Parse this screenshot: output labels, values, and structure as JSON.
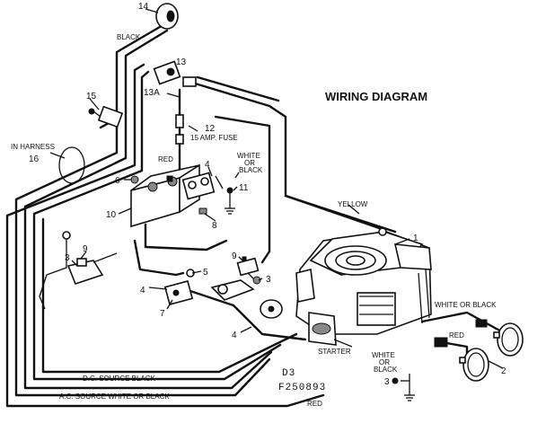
{
  "diagram": {
    "title": "WIRING DIAGRAM",
    "code_top": "D3",
    "code_bottom": "F250893",
    "wire_labels": {
      "black_top": "BLACK",
      "in_harness": "IN HARNESS",
      "in_harness_num": "16",
      "red_battery": "RED",
      "white_or_black_top_1": "WHITE",
      "white_or_black_top_2": "OR",
      "white_or_black_top_3": "BLACK",
      "fuse": "15 AMP. FUSE",
      "yellow": "YELLOW",
      "starter": "STARTER",
      "dc_source": "D.C. SOURCE    BLACK",
      "ac_source": "A.C. SOURCE    WHITE OR BLACK",
      "red_bottom": "RED",
      "white_or_black_right": "WHITE OR BLACK",
      "red_lights": "RED",
      "white_or_black_low_1": "WHITE",
      "white_or_black_low_2": "OR",
      "white_or_black_low_3": "BLACK"
    },
    "part_numbers": {
      "n14": "14",
      "n13": "13",
      "n13a": "13A",
      "n15": "15",
      "n12": "12",
      "n6": "6",
      "n4a": "4",
      "n11": "11",
      "n10": "10",
      "n8": "8",
      "n1": "1",
      "n9a": "9",
      "n3a": "3",
      "n9b": "9",
      "n5": "5",
      "n3b": "3",
      "n4b": "4",
      "n7": "7",
      "n4c": "4",
      "n2": "2",
      "n3c": "3"
    }
  }
}
